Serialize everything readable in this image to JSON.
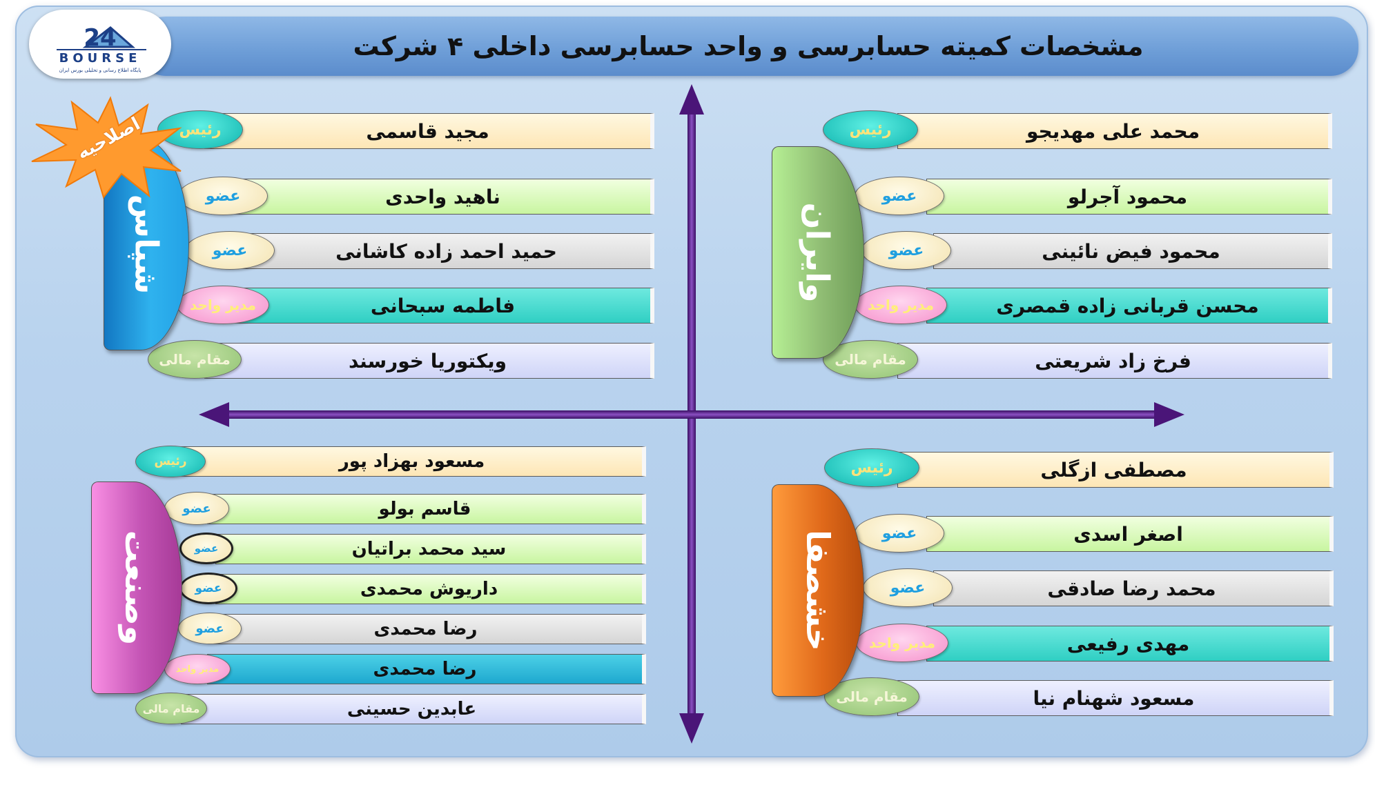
{
  "title": "مشخصات کمیته حسابرسی و واحد حسابرسی داخلی ۴ شرکت",
  "logo": {
    "text": "BOURSE",
    "number": "24",
    "tagline": "پایگاه اطلاع رسانی و تحلیلی بورس ایران"
  },
  "colors": {
    "axis": "#5c1c8e",
    "frame": "#b9d3ee",
    "title_bar": "#6f9fd8"
  },
  "badges": {
    "chair": "رئیس",
    "member": "عضو",
    "manager": "مدیر واحد",
    "cfo": "مقام مالی"
  },
  "star_label": "اصلاحیه",
  "companies": {
    "top_left": {
      "name": "شپاس",
      "chair": "مجید قاسمی",
      "member1": "ناهید واحدی",
      "member2": "حمید احمد زاده کاشانی",
      "manager": "فاطمه سبحانی",
      "cfo": "ویکتوریا خورسند"
    },
    "top_right": {
      "name": "وایران",
      "chair": "محمد علی مهدیجو",
      "member1": "محمود آجرلو",
      "member2": "محمود فیض نائینی",
      "manager": "محسن قربانی زاده قمصری",
      "cfo": "فرخ زاد شریعتی"
    },
    "bottom_left": {
      "name": "وصنعت",
      "chair": "مسعود بهزاد پور",
      "member1": "قاسم بولو",
      "member2": "سید محمد براتیان",
      "member3": "داریوش محمدی",
      "member4": "رضا محمدی",
      "manager": "رضا محمدی",
      "cfo": "عابدین حسینی"
    },
    "bottom_right": {
      "name": "خشصفا",
      "chair": "مصطفی ازگلی",
      "member1": "اصغر اسدی",
      "member2": "محمد رضا صادقی",
      "manager": "مهدی رفیعی",
      "cfo": "مسعود شهنام نیا"
    }
  }
}
